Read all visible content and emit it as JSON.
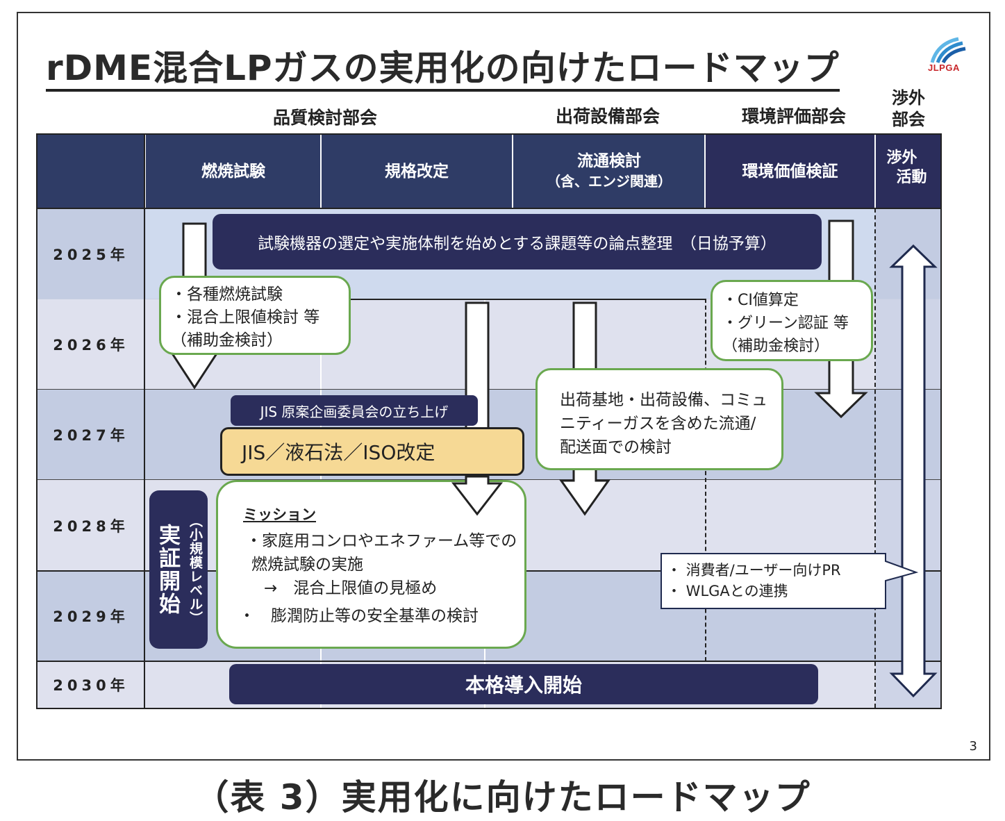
{
  "title": "rDME混合LPガスの実用化の向けたロードマップ",
  "logo": {
    "text": "JLPGA",
    "icon": "jlpga-logo-icon"
  },
  "committees": [
    {
      "label": "品質検討部会"
    },
    {
      "label": "出荷設備部会"
    },
    {
      "label": "環境評価部会"
    },
    {
      "label": "渉外\n部会"
    }
  ],
  "columns": [
    {
      "label": "燃焼試験"
    },
    {
      "label": "規格改定"
    },
    {
      "label": "流通検討",
      "sub": "（含、エンジ関連）"
    },
    {
      "label": "環境価値検証"
    },
    {
      "label": "渉外",
      "label2": "活動"
    }
  ],
  "years": [
    "2025年",
    "2026年",
    "2027年",
    "2028年",
    "2029年",
    "2030年"
  ],
  "items": {
    "issue_bar": "試験機器の選定や実施体制を始めとする課題等の論点整理　（日協予算）",
    "combustion_box": [
      "・各種燃焼試験",
      "・混合上限値検討 等",
      "（補助金検討）"
    ],
    "env_box": [
      "・CI値算定",
      "・グリーン認証 等",
      "（補助金検討）"
    ],
    "jis_committee": "JIS 原案企画委員会の立ち上げ",
    "revision_box": "JIS／液石法／ISO改定",
    "distribution_box": [
      "出荷基地・出荷設備、コミュ",
      "ニティーガスを含めた流通/",
      "配送面での検討"
    ],
    "demo_start": {
      "main": "実証開始",
      "sub": "（小規模レベル）"
    },
    "mission": {
      "heading": "ミッション",
      "lines": [
        "・家庭用コンロやエネファーム等での",
        "燃焼試験の実施",
        "→　混合上限値の見極め",
        "・　膨潤防止等の安全基準の検討"
      ]
    },
    "pr_callout": [
      "・ 消費者/ユーザー向けPR",
      "・ WLGAとの連携"
    ],
    "full_launch": "本格導入開始"
  },
  "page_number": "3",
  "caption": "（表 3）実用化に向けたロードマップ",
  "colors": {
    "navy": "#2b2d5b",
    "header_blue": "#2f3c66",
    "row_dark": "#c3cce2",
    "row_light": "#dfe1ee",
    "row_2025_body": "#cfdaee",
    "green_border": "#6aa84f",
    "yellow": "#f6d995"
  }
}
